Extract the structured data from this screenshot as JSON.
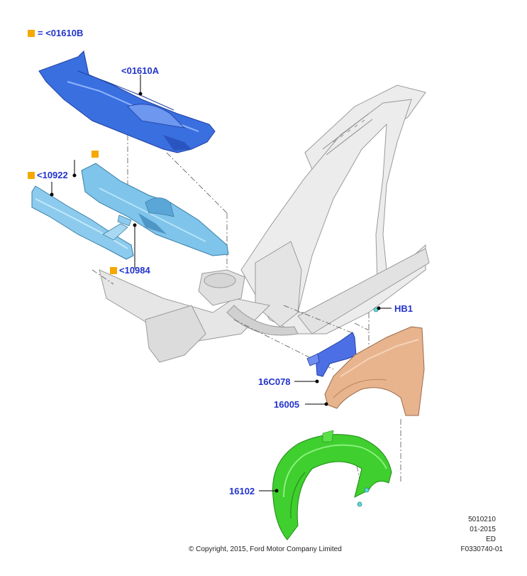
{
  "labels": {
    "legend": "= <01610B",
    "cowl_top": "<01610A",
    "cowl_panel_left": "<10922",
    "bracket": "<10984",
    "fender_bolt": "HB1",
    "fender_bracket": "16C078",
    "fender": "16005",
    "wheel_liner": "16102"
  },
  "footer": {
    "copyright": "© Copyright, 2015, Ford Motor Company Limited",
    "code1": "5010210",
    "date": "01-2015",
    "edition": "ED",
    "figure": "F0330740-01"
  },
  "colors": {
    "label_blue": "#2233cc",
    "marker_orange": "#f5a800",
    "cowl_blue": "#3a6fe0",
    "panel_lightblue": "#7fc4ea",
    "fender_tan": "#e8b48e",
    "liner_green": "#3fcf2e",
    "body_grey": "#d8d8d8"
  }
}
